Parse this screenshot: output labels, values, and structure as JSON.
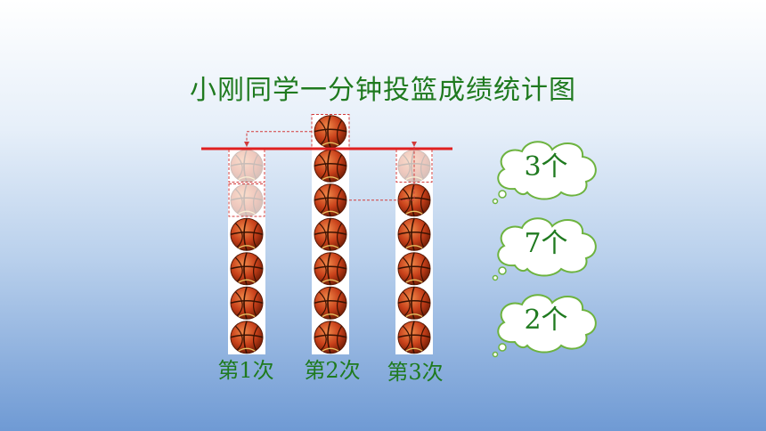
{
  "title": "小刚同学一分钟投篮成绩统计图",
  "chart_data": {
    "type": "bar",
    "categories": [
      "第1次",
      "第2次",
      "第3次"
    ],
    "values": [
      4,
      7,
      5
    ],
    "reference_line": 6,
    "title": "小刚同学一分钟投篮成绩统计图",
    "mark": "basketball",
    "ylim": [
      0,
      7
    ]
  },
  "bubbles": [
    "3个",
    "7个",
    "2个"
  ],
  "colors": {
    "title": "#1f7a1f",
    "reference_line": "#e02020",
    "dashed": "#d23b3b",
    "ball": "#c8401a",
    "bubble_stroke": "#6db33f"
  }
}
